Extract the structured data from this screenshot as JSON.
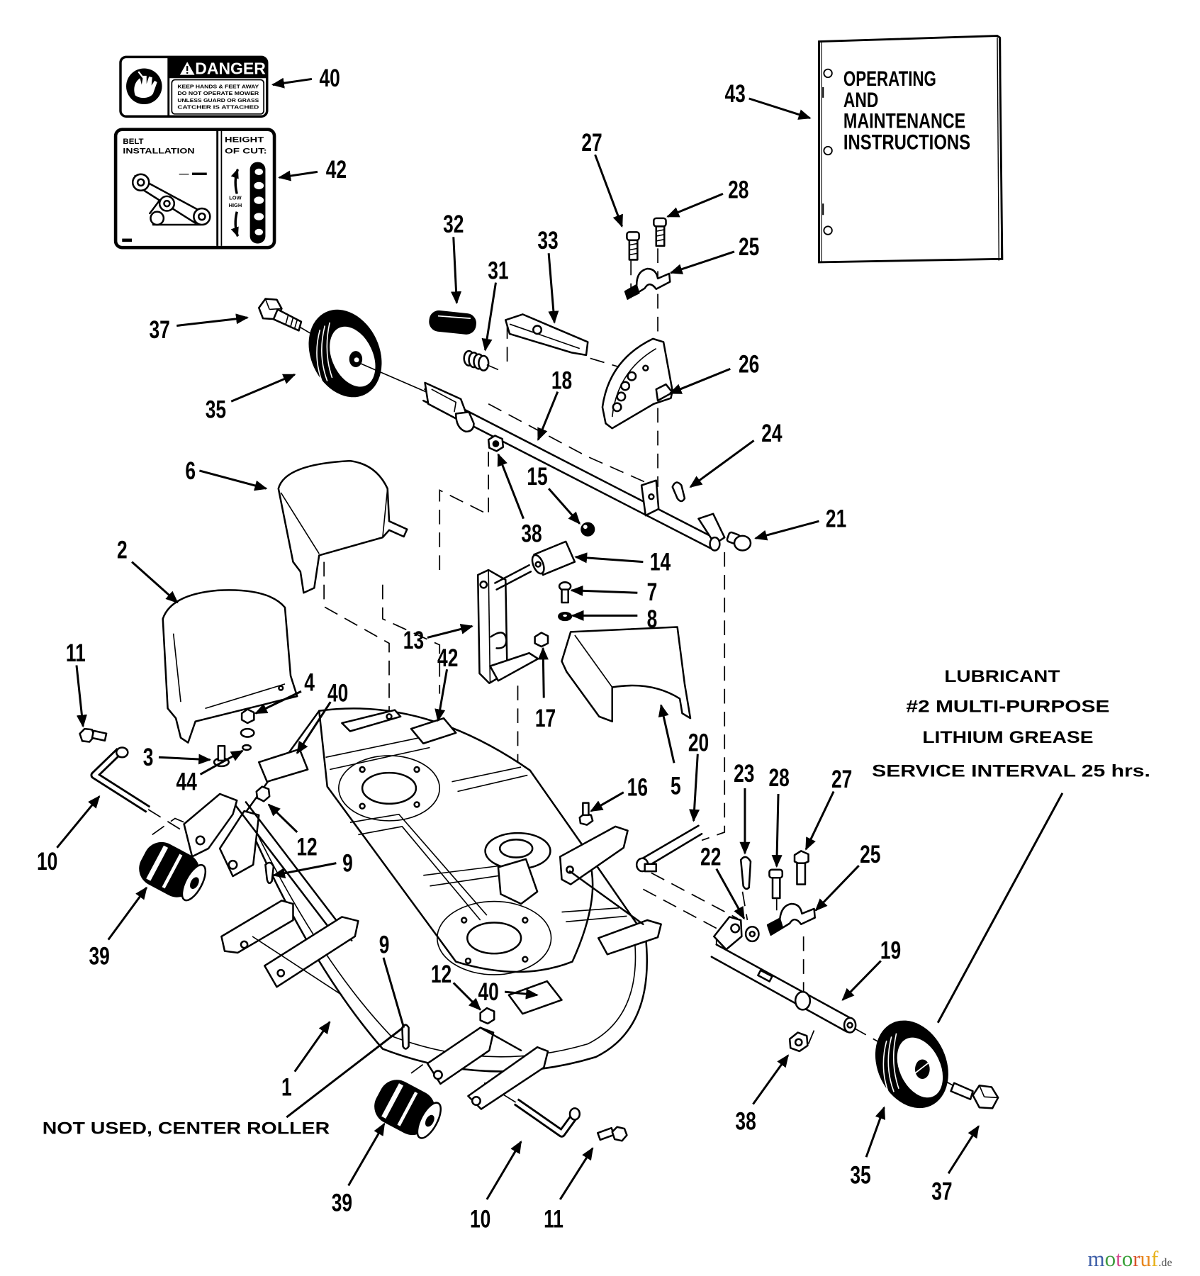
{
  "diagram": {
    "callouts": [
      "40",
      "42",
      "43",
      "27",
      "28",
      "25",
      "32",
      "33",
      "31",
      "37",
      "35",
      "26",
      "18",
      "24",
      "6",
      "15",
      "38",
      "21",
      "14",
      "2",
      "7",
      "8",
      "13",
      "42",
      "17",
      "5",
      "11",
      "4",
      "40",
      "3",
      "44",
      "10",
      "12",
      "9",
      "20",
      "16",
      "23",
      "28",
      "27",
      "22",
      "25",
      "39",
      "19",
      "9",
      "12",
      "40",
      "1",
      "38",
      "35",
      "37",
      "39",
      "10",
      "11"
    ],
    "danger_decal": {
      "heading": "DANGER",
      "warning_lines": [
        "KEEP HANDS & FEET AWAY",
        "DO NOT OPERATE MOWER",
        "UNLESS GUARD OR GRASS",
        "CATCHER IS ATTACHED"
      ]
    },
    "belt_decal": {
      "belt_title": [
        "BELT",
        "INSTALLATION"
      ],
      "height_title": [
        "HEIGHT",
        "OF CUT:"
      ],
      "low": "LOW",
      "high": "HIGH"
    },
    "manual": {
      "title_lines": [
        "OPERATING",
        "AND",
        "MAINTENANCE",
        "INSTRUCTIONS"
      ]
    },
    "lubricant_note": {
      "lines": [
        "LUBRICANT",
        "#2 MULTI-PURPOSE",
        "LITHIUM GREASE",
        "SERVICE INTERVAL 25 hrs."
      ]
    },
    "center_roller_note": "NOT USED, CENTER ROLLER"
  },
  "watermark": {
    "letters": [
      {
        "ch": "m",
        "color": "#3f5fa8"
      },
      {
        "ch": "o",
        "color": "#3e9a3e"
      },
      {
        "ch": "t",
        "color": "#d4478f"
      },
      {
        "ch": "o",
        "color": "#39a039"
      },
      {
        "ch": "r",
        "color": "#d8552a"
      },
      {
        "ch": "u",
        "color": "#e8861d"
      },
      {
        "ch": "f",
        "color": "#e8b21c"
      }
    ],
    "suffix": ".de",
    "suffix_color": "#555555"
  },
  "colors": {
    "ink": "#000000",
    "paper": "#ffffff"
  }
}
